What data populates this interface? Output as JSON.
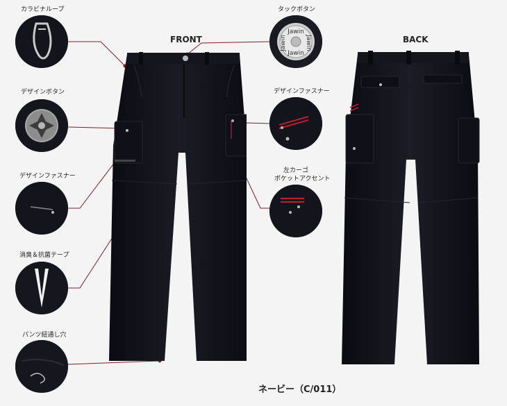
{
  "views": {
    "front": "FRONT",
    "back": "BACK"
  },
  "callouts_left": [
    {
      "label": "カラビナループ",
      "icon": "carabiner-loop"
    },
    {
      "label": "デザインボタン",
      "icon": "design-button"
    },
    {
      "label": "デザインファスナー",
      "icon": "design-zipper-front"
    },
    {
      "label": "消臭＆抗菌テープ",
      "icon": "deodorant-tape"
    },
    {
      "label": "パンツ紐通し穴",
      "icon": "drawcord-hole"
    }
  ],
  "callouts_right": [
    {
      "label": "タックボタン",
      "icon": "tack-button"
    },
    {
      "label": "デザインファスナー",
      "icon": "design-zipper-back"
    },
    {
      "label_line1": "左カーゴ",
      "label_line2": "ポケットアクセント",
      "icon": "cargo-pocket-accent"
    }
  ],
  "tack_button_logo": "Jawin",
  "color_caption": "ネービー（C/011）",
  "colors": {
    "fabric": "#111218",
    "leader_line": "#7a1f2a",
    "dot": "#8a1e2c",
    "accent_zip": "#b3202e"
  }
}
